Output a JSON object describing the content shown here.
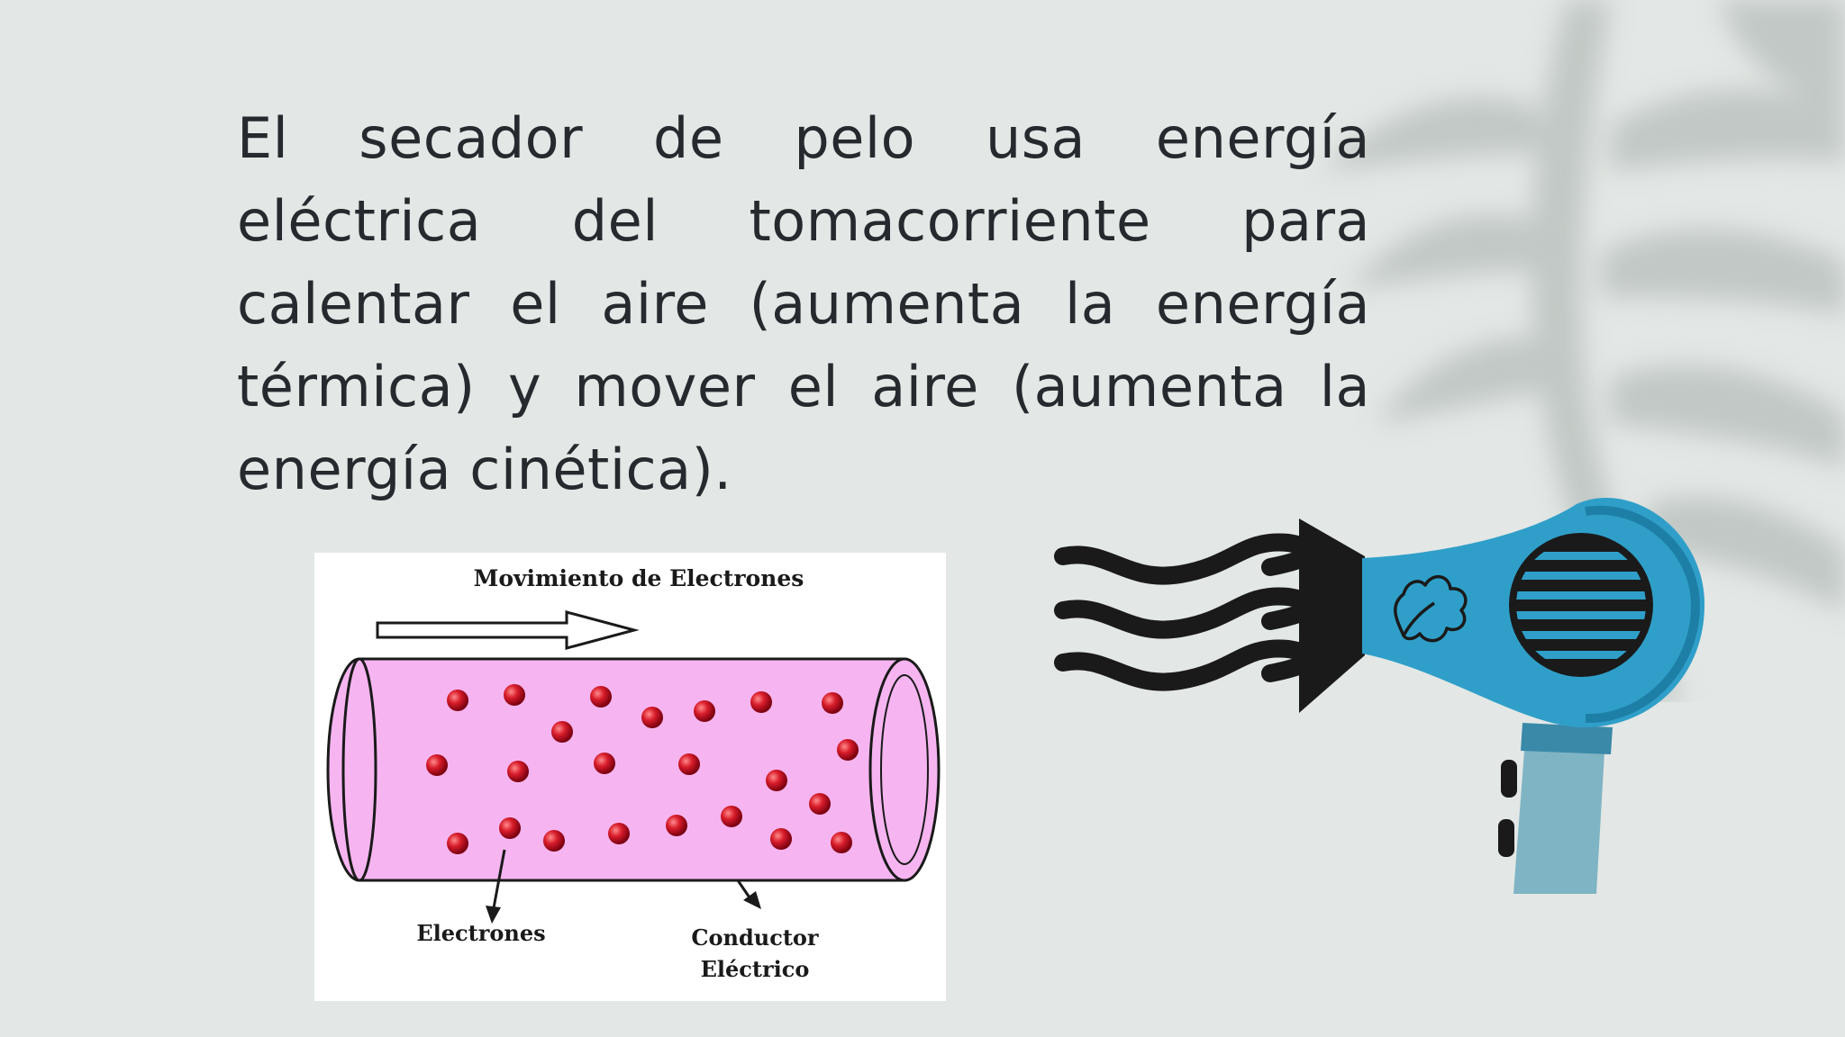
{
  "slide": {
    "body_text": "El secador de pelo usa energía eléctrica del tomacorriente para calentar el aire (aumenta la energía térmica) y mover el aire (aumenta la energía cinética).",
    "background_color": "#e3e7e5"
  },
  "diagram": {
    "title": "Movimiento de Electrones",
    "electrons_label": "Electrones",
    "conductor_label_line1": "Conductor",
    "conductor_label_line2": "Eléctrico",
    "tube_color": "#f6b5f0",
    "electron_color": "#c8102e"
  },
  "dryer": {
    "body_color": "#2f9fc9",
    "nozzle_color": "#1a1a1a",
    "handle_color": "#7fb4c4",
    "icon": "hair-dryer-icon"
  }
}
